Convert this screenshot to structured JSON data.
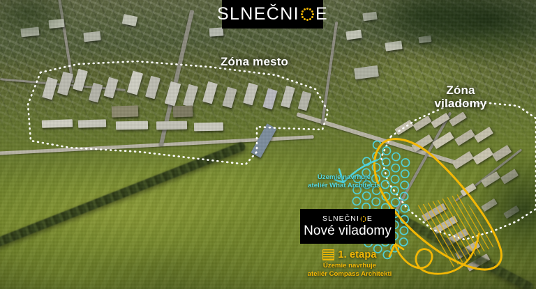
{
  "header": {
    "brand_name": "SLNEČNICE",
    "brand_prefix": "SLNE",
    "brand_mid": "NI",
    "brand_suffix": "E",
    "brand_caron_letter": "Č",
    "sun_icon": "sunflower-ring-icon"
  },
  "zones": [
    {
      "id": "mesto",
      "label": "Zóna mesto"
    },
    {
      "id": "viladomy",
      "label_line1": "Zóna",
      "label_line2": "viladomy"
    }
  ],
  "annotations": {
    "cyan_note": {
      "line1": "Územie navrhuje",
      "line2": "ateliér What Architects",
      "color": "#57d7de",
      "arrow_icon": "curved-arrow-up-right-icon"
    },
    "yellow_note": {
      "stage_label": "1. etapa",
      "line1": "Územie navrhuje",
      "line2": "ateliér Compass Architekti",
      "color": "#f2b705",
      "swatch_icon": "hatched-area-swatch-icon",
      "arrow_icon": "curved-arrow-up-right-icon"
    }
  },
  "title_card": {
    "brand_name": "SLNEČNICE",
    "brand_prefix": "SLNE",
    "brand_mid": "NI",
    "brand_suffix": "E",
    "brand_caron_letter": "Č",
    "title": "Nové viladomy"
  },
  "colors": {
    "brand_yellow": "#f2b705",
    "accent_cyan": "#57d7de",
    "panel_black": "#000000",
    "label_white": "#ffffff"
  },
  "map": {
    "type": "aerial-masterplan",
    "dotted_zone_outlines": 2,
    "highlighted_area_outline": "yellow-oval",
    "circle_grid_symbol": "cyan-tree-circles",
    "hatched_area_symbol": "yellow-hatch-stage-1"
  }
}
